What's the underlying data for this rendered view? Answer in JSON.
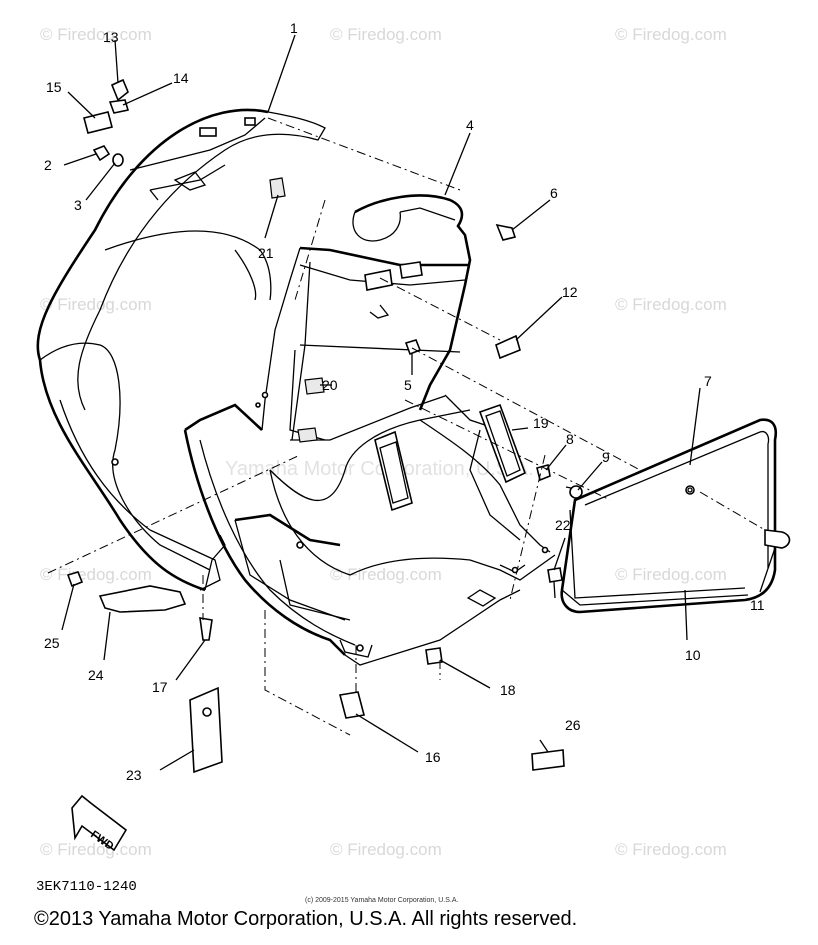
{
  "watermarks": {
    "brand": "© Firedog.com",
    "center": "Yamaha Motor Corporation, U.S.A."
  },
  "callouts": [
    "1",
    "2",
    "3",
    "4",
    "5",
    "6",
    "7",
    "8",
    "9",
    "10",
    "11",
    "12",
    "13",
    "14",
    "15",
    "16",
    "17",
    "18",
    "19",
    "20",
    "21",
    "22",
    "23",
    "24",
    "25",
    "26"
  ],
  "fwd_label": "FWD",
  "diagram_code": "3EK7110-1240",
  "small_notice": "(c) 2009-2015 Yamaha Motor Corporation, U.S.A.",
  "copyright": "©2013 Yamaha Motor Corporation, U.S.A. All rights reserved."
}
